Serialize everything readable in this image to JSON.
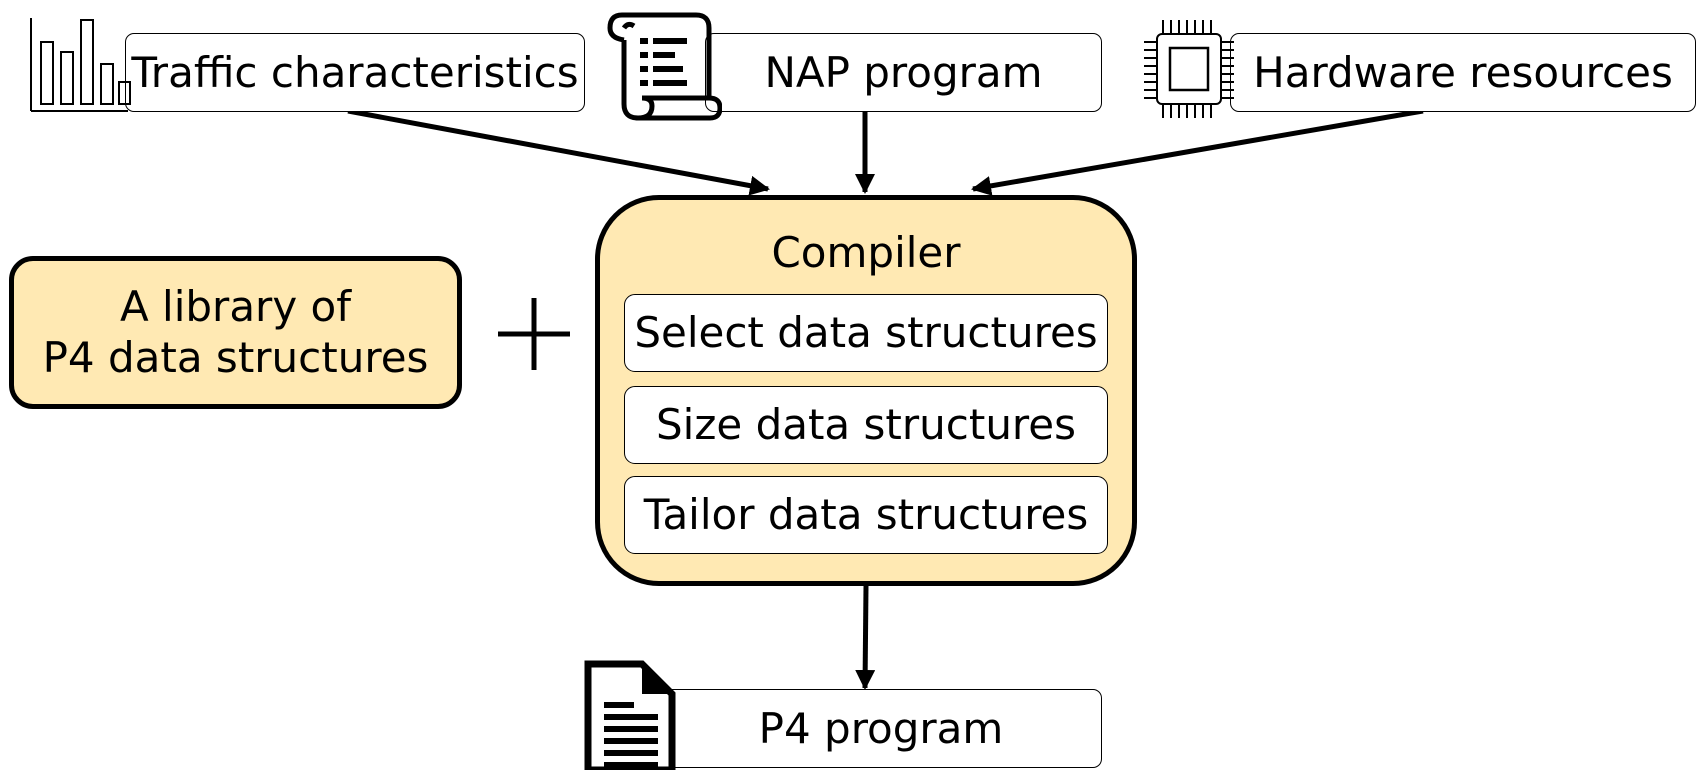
{
  "inputs": {
    "traffic": "Traffic characteristics",
    "nap": "NAP program",
    "hardware": "Hardware resources"
  },
  "compiler": {
    "title": "Compiler",
    "steps": [
      "Select data structures",
      "Size data structures",
      "Tailor data structures"
    ]
  },
  "library": {
    "line1": "A library of",
    "line2": "P4 data structures"
  },
  "output": {
    "label": "P4 program"
  },
  "colors": {
    "compiler_fill": "#ffe9b3",
    "library_fill": "#ffe9b3",
    "stroke": "#000000"
  },
  "icons": {
    "traffic": "bar-chart-icon",
    "nap": "scroll-icon",
    "hardware": "chip-icon",
    "output": "document-icon"
  }
}
